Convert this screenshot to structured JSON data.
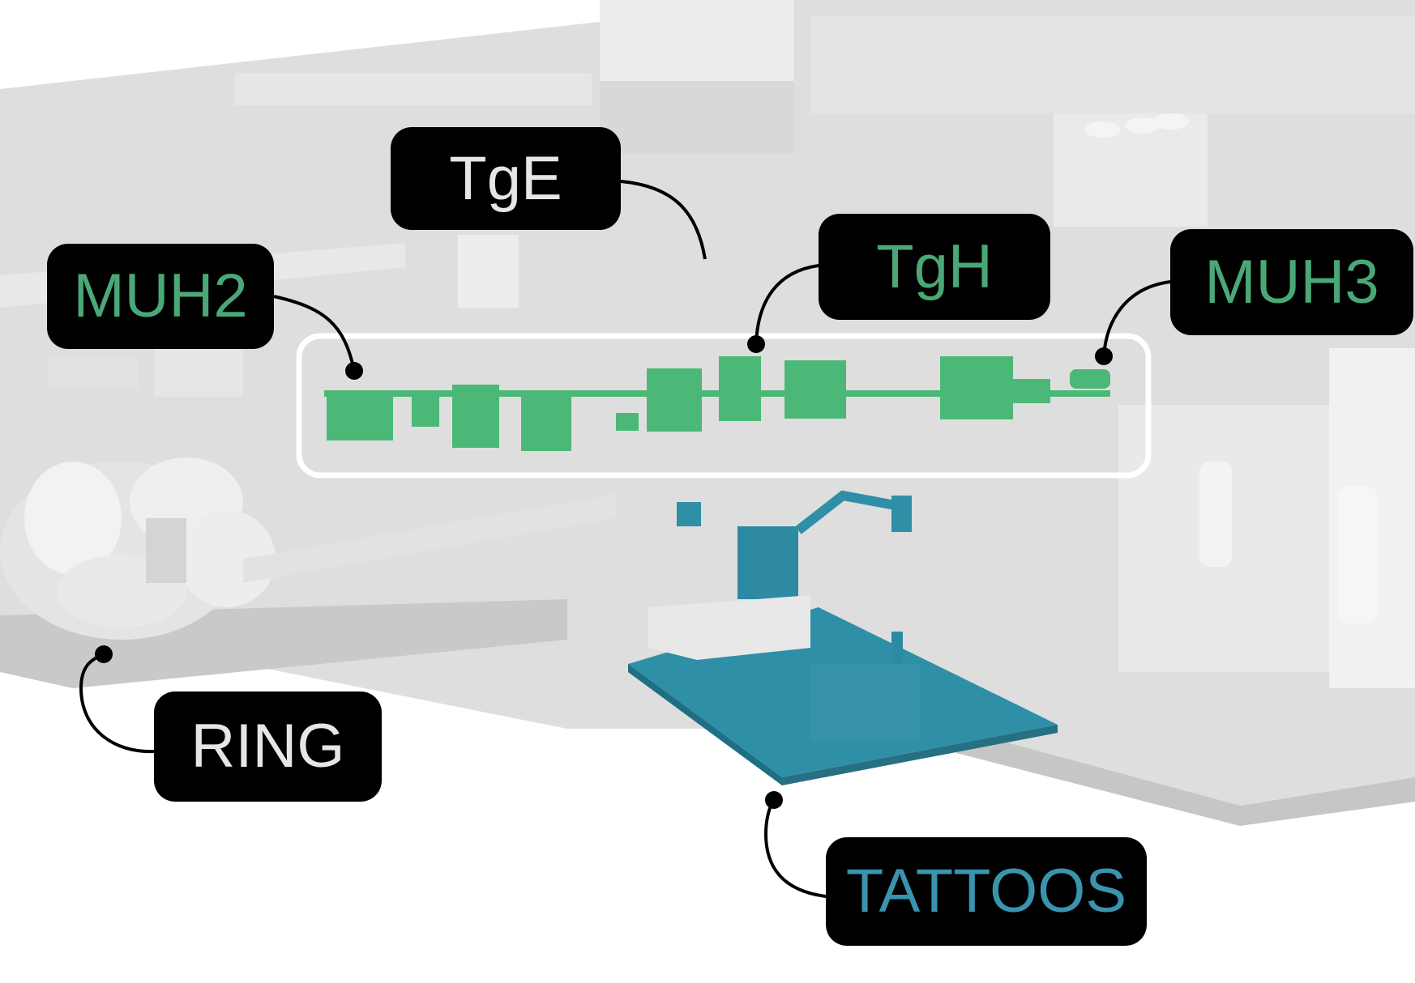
{
  "colors": {
    "ground": "#dcdcdc",
    "ground_shadow": "#c4c4c4",
    "building": "#ececec",
    "beamline_green": "#4cb877",
    "experiment_teal": "#2f8fa6",
    "label_bg": "#000000",
    "label_white": "#e6e6e6",
    "label_green": "#4aa877",
    "label_teal": "#3a94ad",
    "connector": "#000000",
    "highlight_box": "#ffffff"
  },
  "labels": {
    "tge": {
      "text": "TgE",
      "color": "#e6e6e6"
    },
    "muh2": {
      "text": "MUH2",
      "color": "#4aa877"
    },
    "tgh": {
      "text": "TgH",
      "color": "#4aa877"
    },
    "muh3": {
      "text": "MUH3",
      "color": "#4aa877"
    },
    "ring": {
      "text": "RING",
      "color": "#e6e6e6"
    },
    "tattoos": {
      "text": "TATTOOS",
      "color": "#3a94ad"
    }
  }
}
